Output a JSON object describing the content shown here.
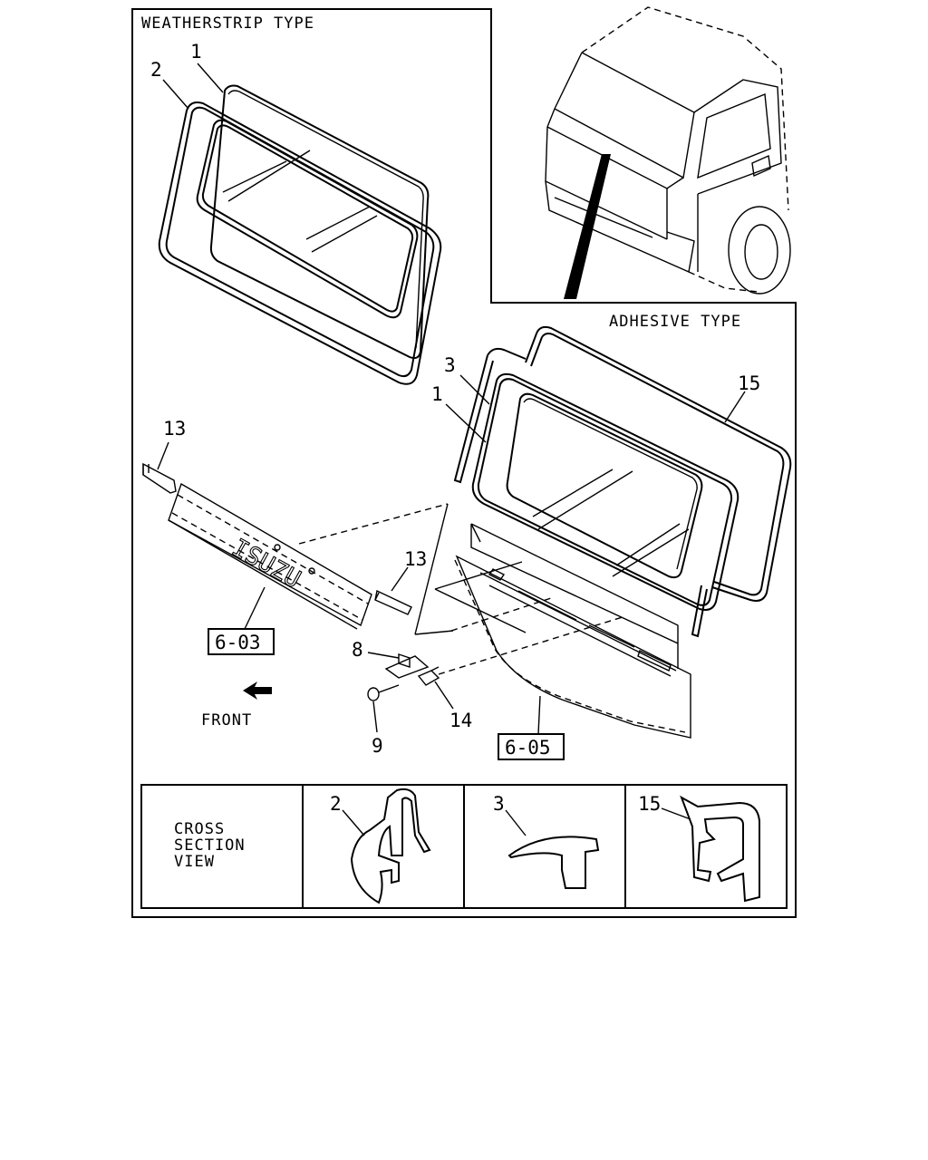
{
  "sections": {
    "weatherstrip_title": "WEATHERSTRIP TYPE",
    "adhesive_title": "ADHESIVE TYPE"
  },
  "callouts": {
    "ws_glass": "1",
    "ws_weatherstrip": "2",
    "ad_dam": "3",
    "ad_glass": "1",
    "ad_seal": "15",
    "end_cap_left": "13",
    "end_cap_right": "13",
    "clip": "8",
    "screw": "9",
    "fastener": "14"
  },
  "references": {
    "grille_ref": "6-03",
    "panel_ref": "6-05"
  },
  "grille_logo": "ISUZU",
  "front_label": "FRONT",
  "cross_section": {
    "title_lines": [
      "CROSS",
      "SECTION",
      "VIEW"
    ],
    "cell_2": "2",
    "cell_3": "3",
    "cell_15": "15"
  }
}
